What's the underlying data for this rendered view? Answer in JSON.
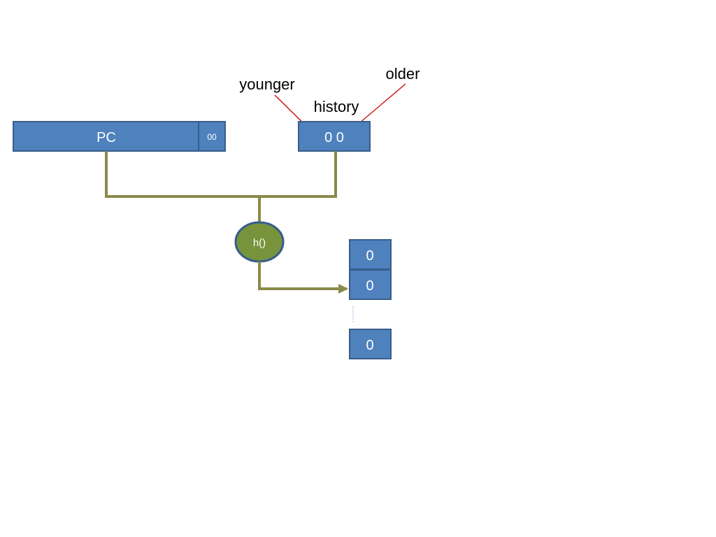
{
  "labels": {
    "younger": "younger",
    "older": "older",
    "history": "history"
  },
  "registers": {
    "pc": {
      "label": "PC",
      "low_bits": "00"
    },
    "history": {
      "value": "0 0"
    }
  },
  "hash": {
    "label": "h()"
  },
  "table": {
    "cells": [
      "0",
      "0",
      "0"
    ]
  },
  "colors": {
    "box_fill": "#4f81bd",
    "box_stroke": "#385d8a",
    "wire": "#8a8a4a",
    "hash_fill": "#77933c",
    "arrow_red": "#cc0000"
  }
}
